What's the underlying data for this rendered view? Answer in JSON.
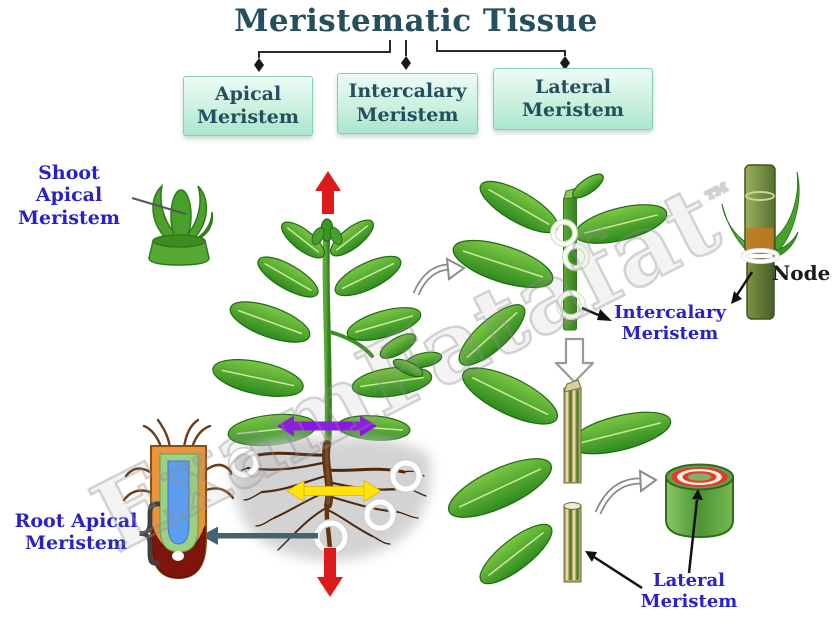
{
  "title": "Meristematic Tissue",
  "tree_boxes": [
    {
      "label": "Apical Meristem"
    },
    {
      "label": "Intercalary Meristem"
    },
    {
      "label": "Lateral Meristem"
    }
  ],
  "callouts": {
    "shoot_apical": "Shoot Apical Meristem",
    "root_apical": "Root Apical Meristem",
    "root_brace": "{",
    "intercalary": "Intercalary Meristem",
    "lateral": "Lateral Meristem",
    "node": "Node"
  },
  "watermark": {
    "text": "ExamFatafat",
    "tm": "™"
  },
  "colors": {
    "title_text": "#24505e",
    "box_background_top": "#eefcf6",
    "box_background_bottom": "#abe5cd",
    "box_border": "#84cfb4",
    "callout_blue": "#2a22c8",
    "node_label_text": "#1a1a1a",
    "arrow_red": "#df1a1a",
    "arrow_purple": "#8c15e6",
    "arrow_yellow": "#ffe30a",
    "arrow_slate": "#47626f",
    "pointer_black": "#111111",
    "leaf_green": "#3f9c2c",
    "root_tip_orange": "#e8943c",
    "root_cap_red": "#7e150d",
    "root_core_blue": "#5d9ef0",
    "cambium_ring_red": "#e23a2c",
    "connector_line": "#2a2a2a"
  }
}
